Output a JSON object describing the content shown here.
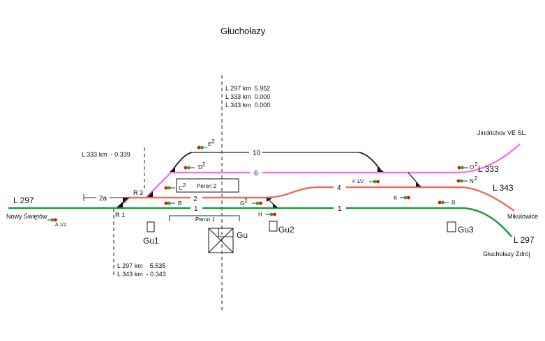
{
  "title": "Głuchołazy",
  "colors": {
    "line_297": "#1a9a3a",
    "line_343": "#f26e5a",
    "line_333": "#ee77ee",
    "track_grey": "#707070",
    "signal_red": "#dd1111",
    "signal_green": "#22aa22"
  },
  "kilometrage": {
    "center": [
      "L 297 km  5.952",
      "L 333 km  0.000",
      "L 343 km  0.000"
    ],
    "left": [
      "L 297 km    5.535",
      "L 343 km  - 0.343"
    ],
    "l333": "L 333 km  - 0.339"
  },
  "lines": {
    "l297_left": "L 297",
    "l297_right": "L 297",
    "l333": "L 333",
    "l343": "L 343"
  },
  "destinations": {
    "nowy_swietow": "Nowy Świętów",
    "jindrichov": "Jindrichov VE SL.",
    "mikulowice": "Mikulowice",
    "glucholazy_zdroj": "Głuchołazy Zdrój"
  },
  "tracks": {
    "t1": "1",
    "t1b": "1",
    "t2": "2",
    "t2a": "2a",
    "t4": "4",
    "t6": "6",
    "t10": "10"
  },
  "switches": {
    "r1": "R 1",
    "r3": "R 3"
  },
  "signals": {
    "a": {
      "label": "A",
      "sup": "1/2"
    },
    "b": {
      "label": "B",
      "sup": ""
    },
    "c": {
      "label": "C",
      "sup": "2"
    },
    "d": {
      "label": "D",
      "sup": "2"
    },
    "e": {
      "label": "E",
      "sup": "2"
    },
    "f": {
      "label": "F",
      "sup": "1/2"
    },
    "g": {
      "label": "G",
      "sup": "2"
    },
    "h": {
      "label": "H",
      "sup": ""
    },
    "k": {
      "label": "K",
      "sup": ""
    },
    "n": {
      "label": "N",
      "sup": "2"
    },
    "o": {
      "label": "O",
      "sup": "2"
    },
    "r": {
      "label": "R",
      "sup": ""
    }
  },
  "platforms": {
    "p1": "Peron 1",
    "p2": "Peron 2"
  },
  "buildings": {
    "gu": "Gu",
    "gu1": "Gu1",
    "gu2": "Gu2",
    "gu3": "Gu3"
  }
}
